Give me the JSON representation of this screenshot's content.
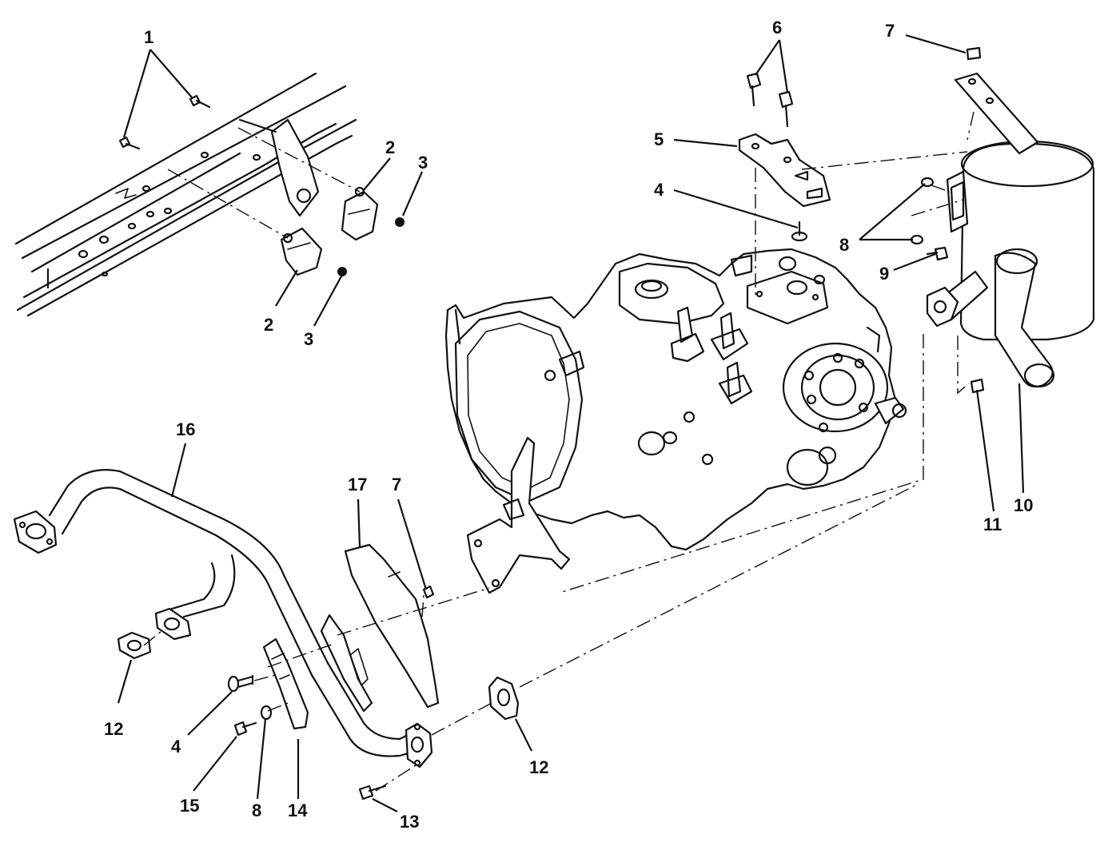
{
  "diagram": {
    "callouts": [
      {
        "id": "c1",
        "text": "1"
      },
      {
        "id": "c2a",
        "text": "2"
      },
      {
        "id": "c3a",
        "text": "3"
      },
      {
        "id": "c2b",
        "text": "2"
      },
      {
        "id": "c3b",
        "text": "3"
      },
      {
        "id": "c6",
        "text": "6"
      },
      {
        "id": "c7a",
        "text": "7"
      },
      {
        "id": "c5",
        "text": "5"
      },
      {
        "id": "c4a",
        "text": "4"
      },
      {
        "id": "c8a",
        "text": "8"
      },
      {
        "id": "c9",
        "text": "9"
      },
      {
        "id": "c16",
        "text": "16"
      },
      {
        "id": "c17",
        "text": "17"
      },
      {
        "id": "c7b",
        "text": "7"
      },
      {
        "id": "c11",
        "text": "11"
      },
      {
        "id": "c10",
        "text": "10"
      },
      {
        "id": "c12a",
        "text": "12"
      },
      {
        "id": "c4b",
        "text": "4"
      },
      {
        "id": "c15",
        "text": "15"
      },
      {
        "id": "c8b",
        "text": "8"
      },
      {
        "id": "c14",
        "text": "14"
      },
      {
        "id": "c12b",
        "text": "12"
      },
      {
        "id": "c13",
        "text": "13"
      }
    ]
  }
}
